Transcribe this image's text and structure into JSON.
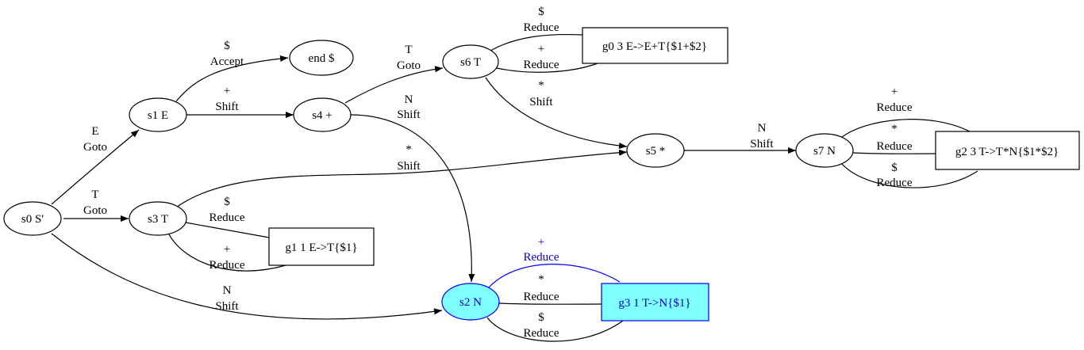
{
  "nodes": {
    "s0": "s0 S'",
    "s1": "s1 E",
    "s2": "s2 N",
    "s3": "s3 T",
    "s4": "s4 +",
    "s5": "s5 *",
    "s6": "s6 T",
    "s7": "s7 N",
    "end": "end $",
    "g0": "g0 3 E->E+T{$1+$2}",
    "g1": "g1 1 E->T{$1}",
    "g2": "g2 3 T->T*N{$1*$2}",
    "g3": "g3 1 T->N{$1}"
  },
  "edges": {
    "s0_s1": {
      "symbol": "E",
      "action": "Goto"
    },
    "s0_s3": {
      "symbol": "T",
      "action": "Goto"
    },
    "s0_s2": {
      "symbol": "N",
      "action": "Shift"
    },
    "s1_end": {
      "symbol": "$",
      "action": "Accept"
    },
    "s1_s4": {
      "symbol": "+",
      "action": "Shift"
    },
    "s4_s6": {
      "symbol": "T",
      "action": "Goto"
    },
    "s4_s2": {
      "symbol": "N",
      "action": "Shift"
    },
    "s3_s5": {
      "symbol": "*",
      "action": "Shift"
    },
    "s3_g1_dollar": {
      "symbol": "$",
      "action": "Reduce"
    },
    "s3_g1_plus": {
      "symbol": "+",
      "action": "Reduce"
    },
    "s6_g0_dollar": {
      "symbol": "$",
      "action": "Reduce"
    },
    "s6_g0_plus": {
      "symbol": "+",
      "action": "Reduce"
    },
    "s6_s5": {
      "symbol": "*",
      "action": "Shift"
    },
    "s5_s7": {
      "symbol": "N",
      "action": "Shift"
    },
    "s7_g2_plus": {
      "symbol": "+",
      "action": "Reduce"
    },
    "s7_g2_star": {
      "symbol": "*",
      "action": "Reduce"
    },
    "s7_g2_dollar": {
      "symbol": "$",
      "action": "Reduce"
    },
    "s2_g3_plus": {
      "symbol": "+",
      "action": "Reduce"
    },
    "s2_g3_star": {
      "symbol": "*",
      "action": "Reduce"
    },
    "s2_g3_dollar": {
      "symbol": "$",
      "action": "Reduce"
    }
  },
  "colors": {
    "highlight_fill": "#80ffff",
    "highlight_stroke": "#0000ff",
    "highlight_text": "#0000cc"
  }
}
